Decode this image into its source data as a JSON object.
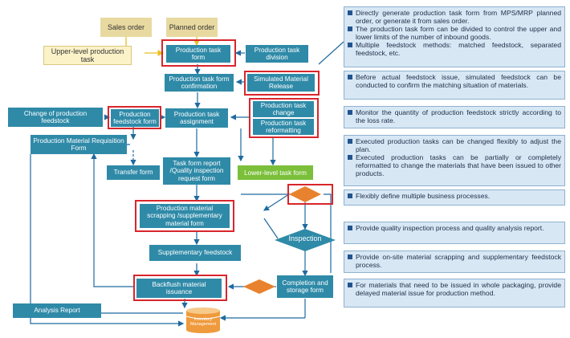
{
  "inputs": {
    "sales_order": "Sales order",
    "planned_order": "Planned order",
    "upper_level_task": "Upper-level production task"
  },
  "boxes": {
    "task_form": "Production task form",
    "task_division": "Production task division",
    "task_confirmation": "Production task form confirmation",
    "simulated_release": "Simulated Material Release",
    "change_feedstock": "Change of production feedstock",
    "feedstock_form": "Production feedstock form",
    "task_assignment": "Production task assignment",
    "task_change": "Production task change",
    "task_reformatting": "Production task reformatting",
    "requisition_form": "Production Material Requisition Form",
    "transfer_form": "Transfer form",
    "report_request": "Task form report /Quality inspection request form",
    "lower_level_task": "Lower-level task form",
    "scrapping_form": "Production material scrapping /supplementary material form",
    "inspection": "Inspection",
    "supplementary_feedstock": "Supplementary feedstock",
    "backflush": "Backflush material issuance",
    "completion": "Completion and storage form",
    "analysis_report": "Analysis Report",
    "inventory": "Inventory Management"
  },
  "notes": [
    [
      "Directly generate production task form from MPS/MRP planned order, or generate it from sales order.",
      "The production task form can be divided to control the upper and lower limits of the number of inbound goods.",
      "Multiple feedstock methods: matched feedstock, separated feedstock, etc."
    ],
    [
      "Before actual feedstock issue, simulated feedstock can be conducted to confirm the matching situation of materials."
    ],
    [
      "Monitor the quantity of production feedstock strictly according to the loss rate."
    ],
    [
      "Executed production tasks can be changed flexibly to adjust the plan.",
      "Executed production tasks can be partially or completely reformatted to change the materials that have been issued to other products."
    ],
    [
      "Flexibly define multiple business processes."
    ],
    [
      "Provide quality inspection process and quality analysis report."
    ],
    [
      "Provide on-site material scrapping and supplementary feedstock process."
    ],
    [
      "For materials that need to be issued in whole packaging, provide delayed material issue for production method."
    ]
  ],
  "colors": {
    "box": "#2f8aa8",
    "tan": "#e8d9a0",
    "highlight": "#d8262c",
    "diamond": "#e8822e",
    "note_bg": "#d7e7f4",
    "green": "#7bbf3a"
  }
}
